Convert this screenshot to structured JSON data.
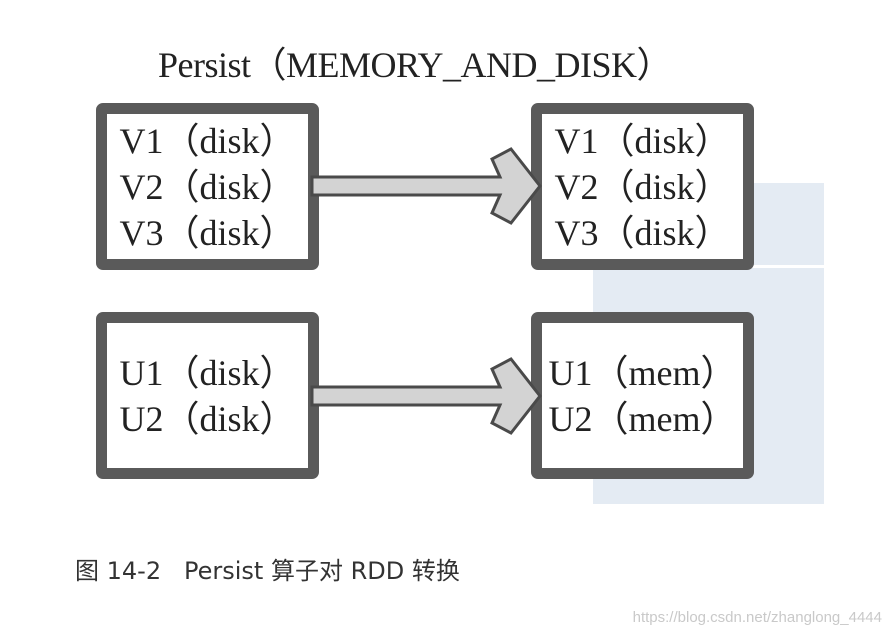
{
  "figure": {
    "title": "Persist（MEMORY_AND_DISK）",
    "top_left_box": [
      "V1（disk）",
      "V2（disk）",
      "V3（disk）"
    ],
    "top_right_box": [
      "V1（disk）",
      "V2（disk）",
      "V3（disk）"
    ],
    "bottom_left_box": [
      "U1（disk）",
      "U2（disk）"
    ],
    "bottom_right_box": [
      "U1（mem）",
      "U2（mem）"
    ]
  },
  "caption": "图 14-2   Persist 算子对 RDD 转换",
  "watermark": "https://blog.csdn.net/zhanglong_4444"
}
